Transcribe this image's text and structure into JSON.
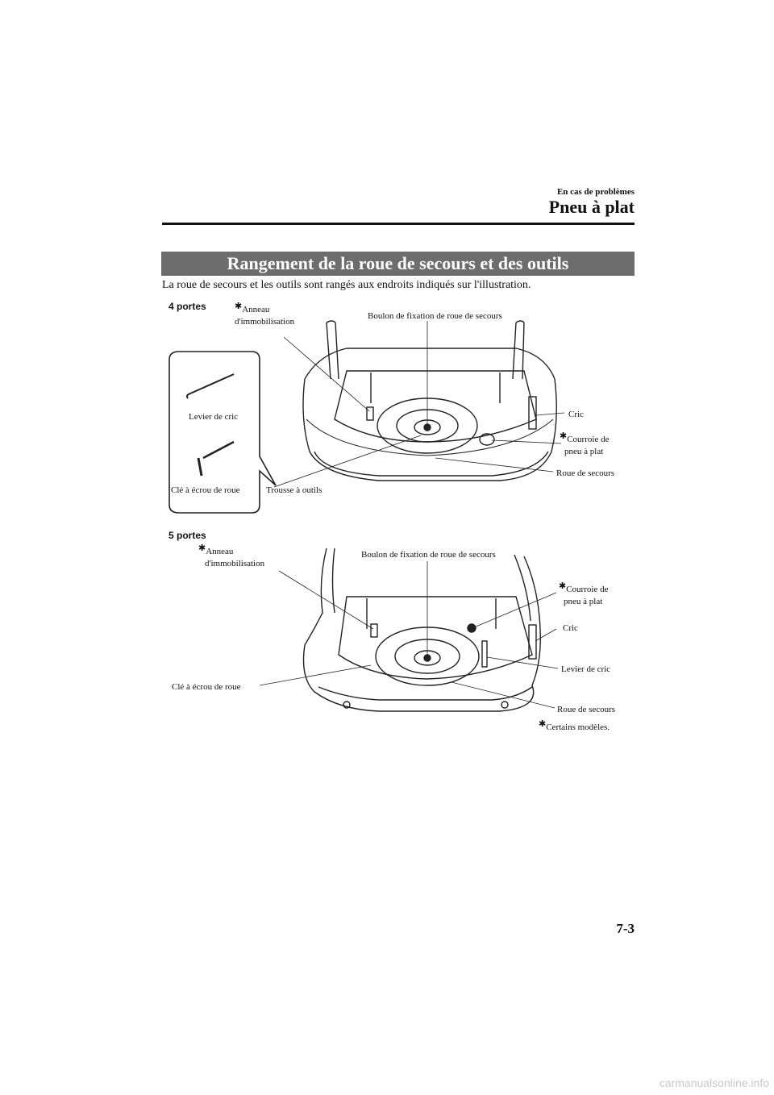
{
  "header": {
    "section": "En cas de problèmes",
    "title": "Pneu à plat"
  },
  "banner": "Rangement de la roue de secours et des outils",
  "intro": "La roue de secours et les outils sont rangés aux endroits indiqués sur l'illustration.",
  "figure1": {
    "label": "4 portes",
    "star": "✱",
    "anneau_line1": "Anneau",
    "anneau_line2": "d'immobilisation",
    "boulon": "Boulon de fixation de roue de secours",
    "cric": "Cric",
    "courroie_line1": "Courroie de",
    "courroie_line2": "pneu à plat",
    "roue": "Roue de secours",
    "trousse": "Trousse à outils",
    "levier": "Levier de cric",
    "cle": "Clé à écrou de roue"
  },
  "figure2": {
    "label": "5 portes",
    "star": "✱",
    "anneau_line1": "Anneau",
    "anneau_line2": "d'immobilisation",
    "boulon": "Boulon de fixation de roue de secours",
    "courroie_line1": "Courroie de",
    "courroie_line2": "pneu à plat",
    "cric": "Cric",
    "levier": "Levier de cric",
    "cle": "Clé à écrou de roue",
    "roue": "Roue de secours",
    "note": "Certains modèles."
  },
  "page_number": "7-3",
  "watermark": "carmanualsonline.info"
}
